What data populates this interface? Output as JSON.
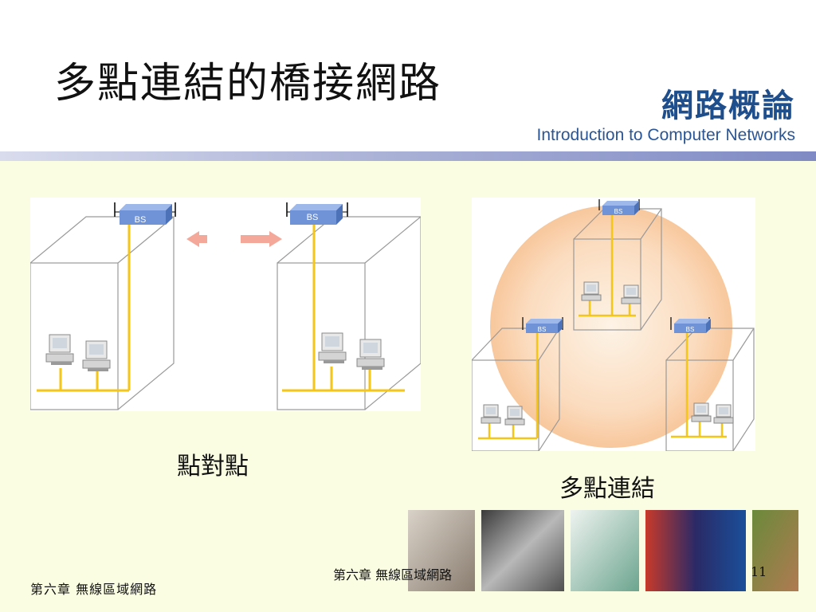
{
  "slide": {
    "title": "多點連結的橋接網路",
    "brand_cn": "網路概論",
    "brand_en": "Introduction to Computer Networks"
  },
  "diagrams": {
    "base_station_label": "BS",
    "caption_point_to_point": "點對點",
    "caption_multipoint": "多點連結"
  },
  "footer": {
    "left": "第六章  無線區域網路",
    "center": "第六章  無線區域網路",
    "page_number": "11"
  },
  "colors": {
    "background": "#fbfde3",
    "wire": "#f5c518",
    "base_station": "#6f93d6",
    "coverage": "#f9c9a0",
    "brand": "#1f4e8c"
  }
}
